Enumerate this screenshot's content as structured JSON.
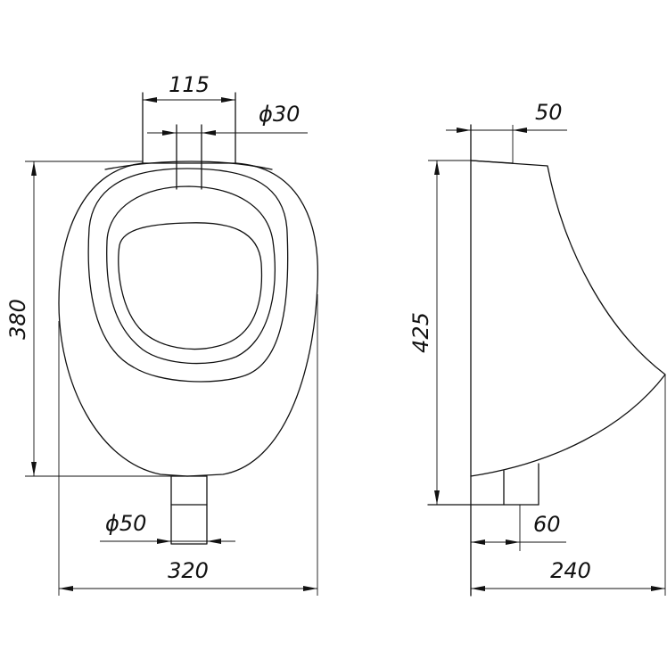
{
  "drawing": {
    "front_view": {
      "dim_width_top": "115",
      "dim_inlet_diameter": "ϕ30",
      "dim_height": "380",
      "dim_outlet_diameter": "ϕ50",
      "dim_overall_width": "320"
    },
    "side_view": {
      "dim_inlet_offset": "50",
      "dim_height": "425",
      "dim_outlet_offset": "60",
      "dim_depth": "240"
    }
  },
  "colors": {
    "line": "#111111",
    "background": "#ffffff"
  }
}
